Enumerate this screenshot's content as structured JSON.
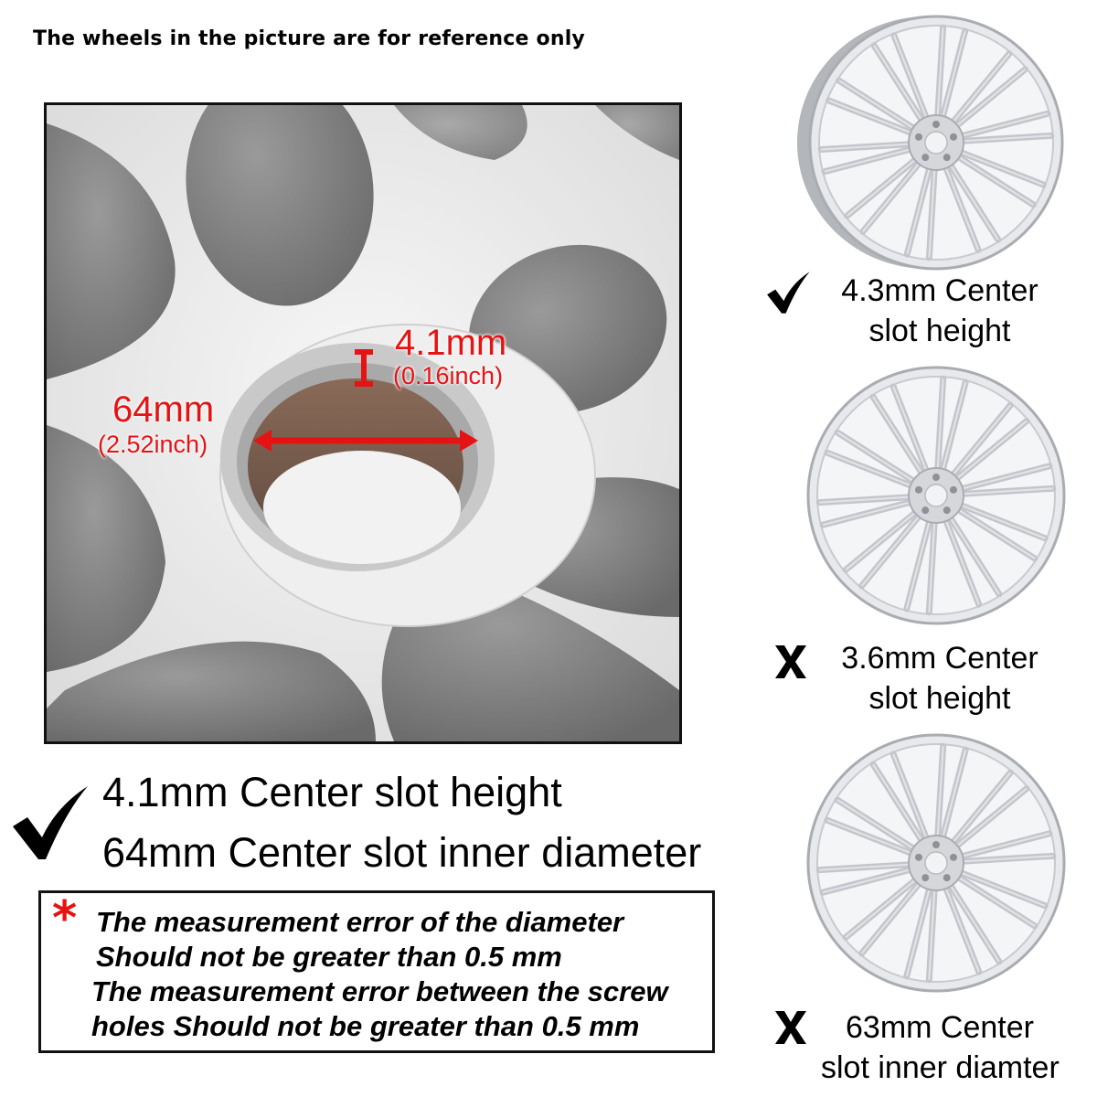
{
  "header": {
    "note": "The wheels in the picture are for reference only"
  },
  "photo": {
    "height_label": "4.1mm",
    "height_label_inch": "(0.16inch)",
    "diameter_label": "64mm",
    "diameter_label_inch": "(2.52inch)"
  },
  "main_spec": {
    "line1": "4.1mm Center slot height",
    "line2": "64mm Center slot inner diameter"
  },
  "note_box": {
    "asterisk": "*",
    "lines": [
      "The measurement error of the diameter",
      "Should not be greater than 0.5 mm",
      "The measurement error between the screw",
      "holes Should not be greater than 0.5 mm"
    ]
  },
  "options": [
    {
      "status": "check",
      "line1": "4.3mm Center",
      "line2": "slot height"
    },
    {
      "status": "cross",
      "line1": "3.6mm Center",
      "line2": "slot height"
    },
    {
      "status": "cross",
      "line1": "63mm Center",
      "line2": "slot inner diamter"
    }
  ],
  "colors": {
    "measure": "#e51313",
    "wheel": "#c4c6cb",
    "photo_gray": "#7e7e7e"
  }
}
